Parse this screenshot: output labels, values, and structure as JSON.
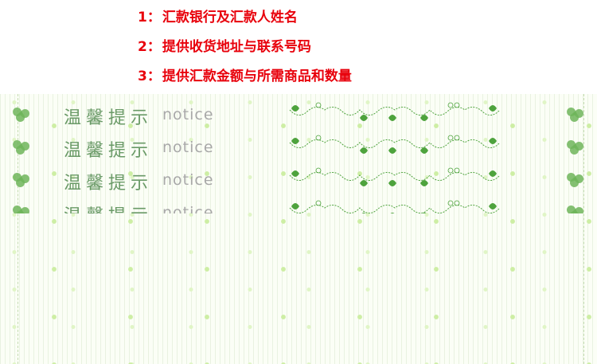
{
  "notes": [
    {
      "num": "1：",
      "text": "汇款银行及汇款人姓名"
    },
    {
      "num": "2：",
      "text": "提供收货地址与联系号码"
    },
    {
      "num": "3：",
      "text": "提供汇款金额与所需商品和数量"
    }
  ],
  "banner": {
    "title_cn": "温馨提示",
    "title_en": "notice"
  },
  "colors": {
    "note_text": "#e8000b",
    "leaf": "#4ea33d",
    "title_green": "#6a9a67"
  }
}
